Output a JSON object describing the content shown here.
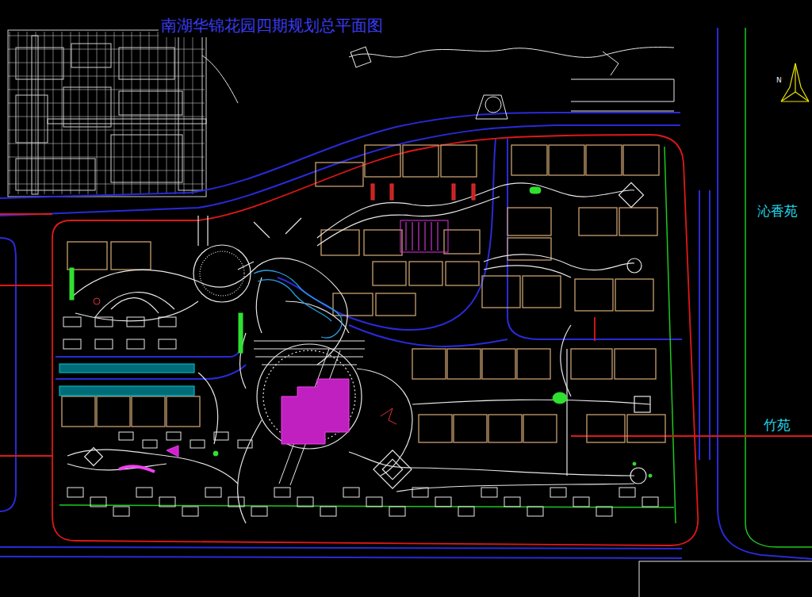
{
  "diagram": {
    "title": "南湖华锦花园四期规划总平面图",
    "labels": [
      "N",
      "沁香苑",
      "竹苑"
    ]
  }
}
